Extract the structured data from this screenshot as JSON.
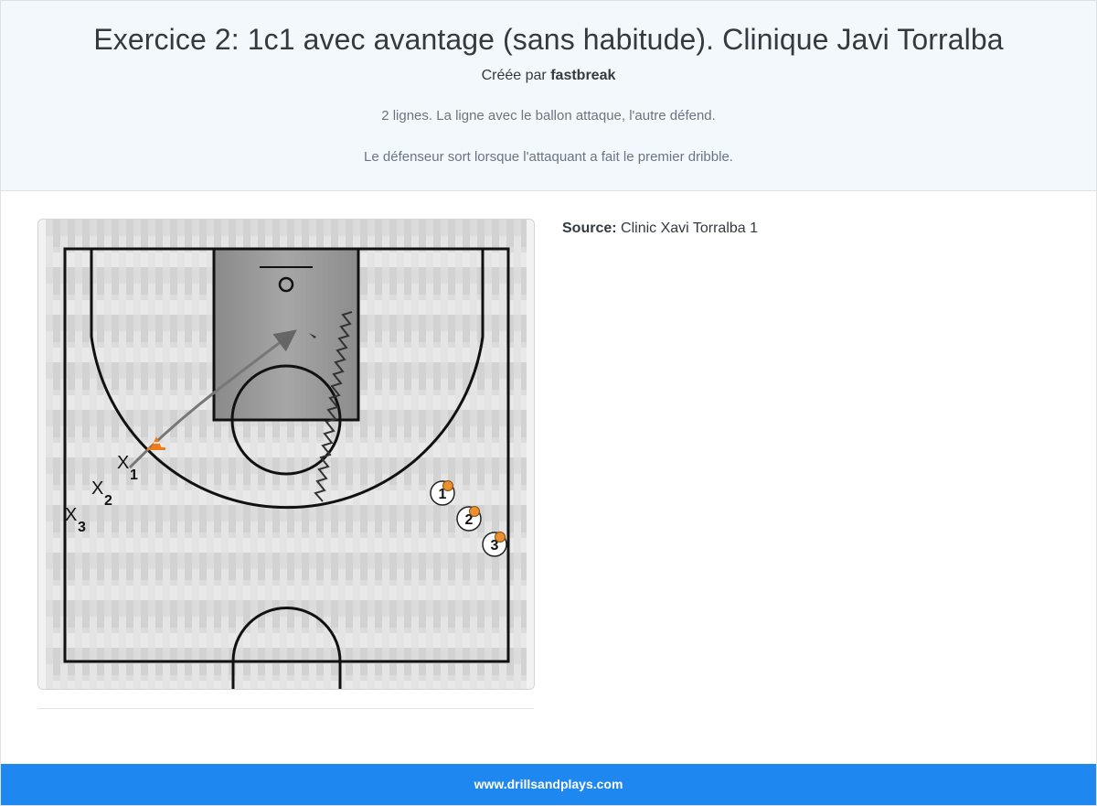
{
  "header": {
    "title": "Exercice 2: 1c1 avec avantage (sans habitude). Clinique Javi Torralba",
    "created_by_label": "Créée par",
    "author": "fastbreak",
    "description": [
      "2 lignes. La ligne avec le ballon attaque, l'autre défend.",
      "Le défenseur sort lorsque l'attaquant a fait le premier dribble."
    ]
  },
  "diagram": {
    "defenders": [
      {
        "mark": "X",
        "number": "1"
      },
      {
        "mark": "X",
        "number": "2"
      },
      {
        "mark": "X",
        "number": "3"
      }
    ],
    "attackers": [
      {
        "number": "1"
      },
      {
        "number": "2"
      },
      {
        "number": "3"
      }
    ],
    "cone_icon": "traffic-cone-icon",
    "ball_icon": "basketball-icon"
  },
  "source": {
    "label": "Source:",
    "value": "Clinic Xavi Torralba 1"
  },
  "footer": {
    "site": "www.drillsandplays.com"
  },
  "colors": {
    "header_bg": "#f3f8fd",
    "footer_bg": "#1e87f0",
    "ball": "#e8912e",
    "cone": "#f07a1a"
  }
}
